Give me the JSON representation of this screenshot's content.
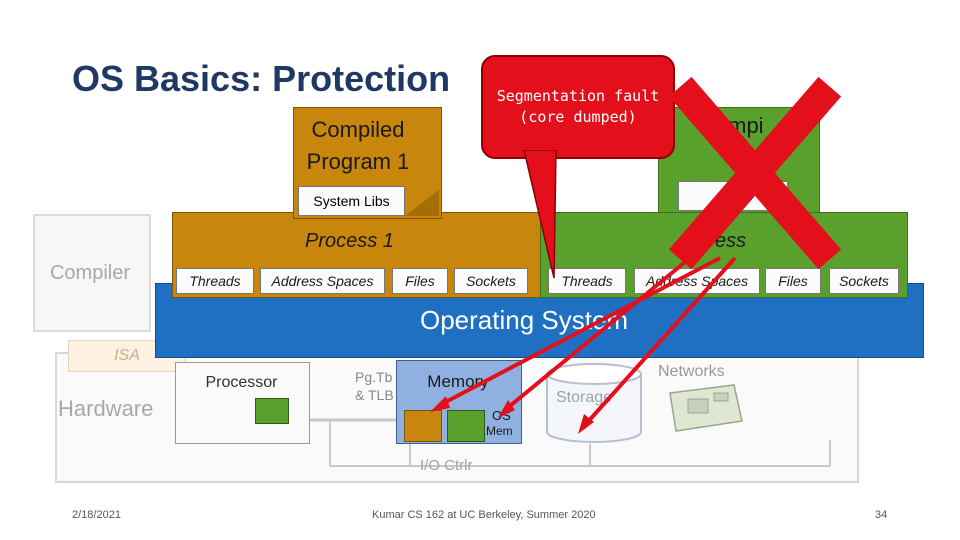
{
  "slide": {
    "title": "OS Basics: Protection",
    "compiler": "Compiler",
    "isa": "ISA",
    "hardware": "Hardware",
    "os_label": "Operating System",
    "segfault": [
      "Segmentation fault",
      "(core dumped)"
    ],
    "program1": [
      "Compiled",
      "Program 1"
    ],
    "program2": "Compi",
    "system_libs": "System Libs",
    "process1": {
      "title": "Process 1",
      "resources": [
        "Threads",
        "Address Spaces",
        "Files",
        "Sockets"
      ]
    },
    "process2": {
      "title_visible": "ess",
      "resources": [
        "Threads",
        "Address Spaces",
        "Files",
        "Sockets"
      ]
    },
    "hw": {
      "processor": "Processor",
      "pgtbl": [
        "Pg.Tb",
        "& TLB"
      ],
      "memory": "Memory",
      "os_in_mem": [
        "OS",
        "Mem"
      ],
      "storage": "Storage",
      "networks": "Networks",
      "io": "I/O Ctrlr"
    }
  },
  "footer": {
    "date": "2/18/2021",
    "course": "Kumar CS 162 at UC Berkeley, Summer 2020",
    "page": "34"
  },
  "colors": {
    "process1": "#c8860d",
    "process2": "#5aa02c",
    "os": "#1f6fc3",
    "error": "#e3101b",
    "title": "#1f3864"
  },
  "icons": [
    "red-x-icon",
    "error-arrow-icon",
    "network-card-icon",
    "storage-cylinder-icon"
  ]
}
